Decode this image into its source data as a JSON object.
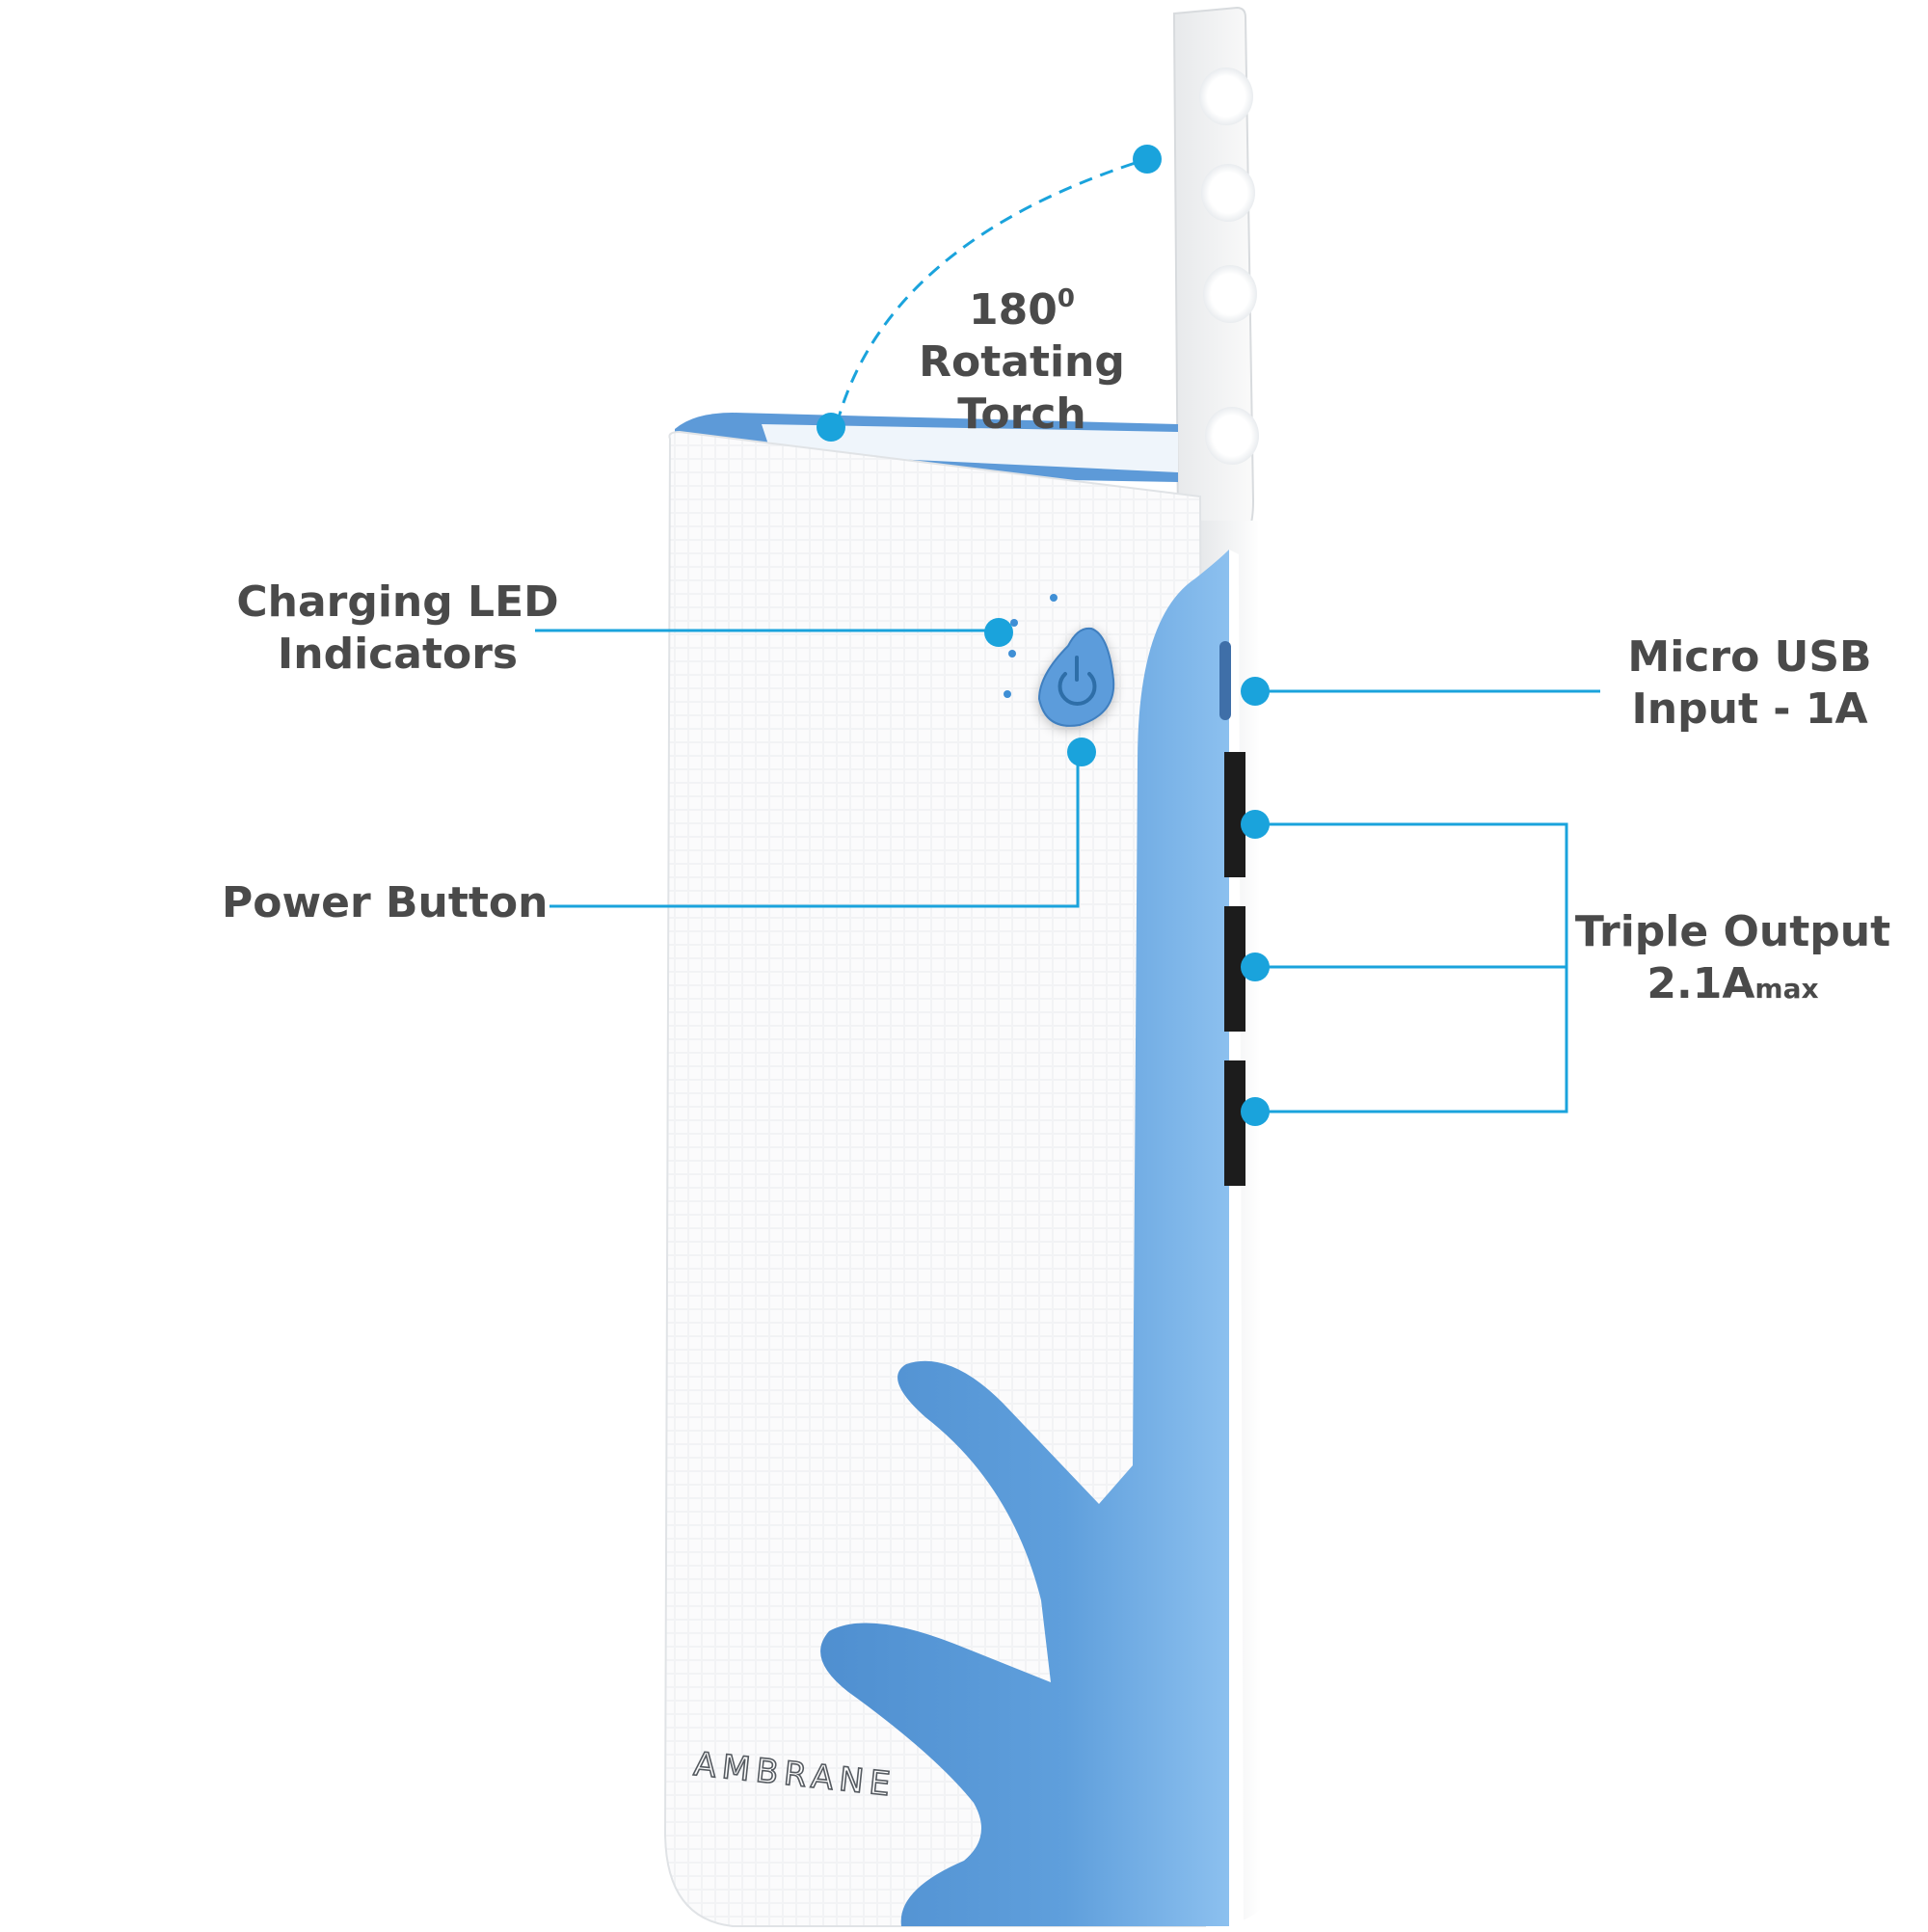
{
  "labels": {
    "torch": {
      "line1": "180",
      "line1_sup": "0",
      "line2": "Rotating",
      "line3": "Torch"
    },
    "led": {
      "line1": "Charging LED",
      "line2": "Indicators"
    },
    "power": {
      "line1": "Power Button"
    },
    "usb": {
      "line1": "Micro USB",
      "line2": "Input - 1A"
    },
    "output": {
      "line1": "Triple Output",
      "line2": "2.1A",
      "line2_sub": "max"
    }
  },
  "brand": {
    "name": "AMBRANE"
  },
  "icons": [
    "power-icon"
  ],
  "colors": {
    "accent": "#1aa3dc",
    "body_blue": "#5a9ad6",
    "body_white": "#f3f4f6",
    "label_text": "#4a4a4a",
    "port_black": "#1c1c1c"
  }
}
